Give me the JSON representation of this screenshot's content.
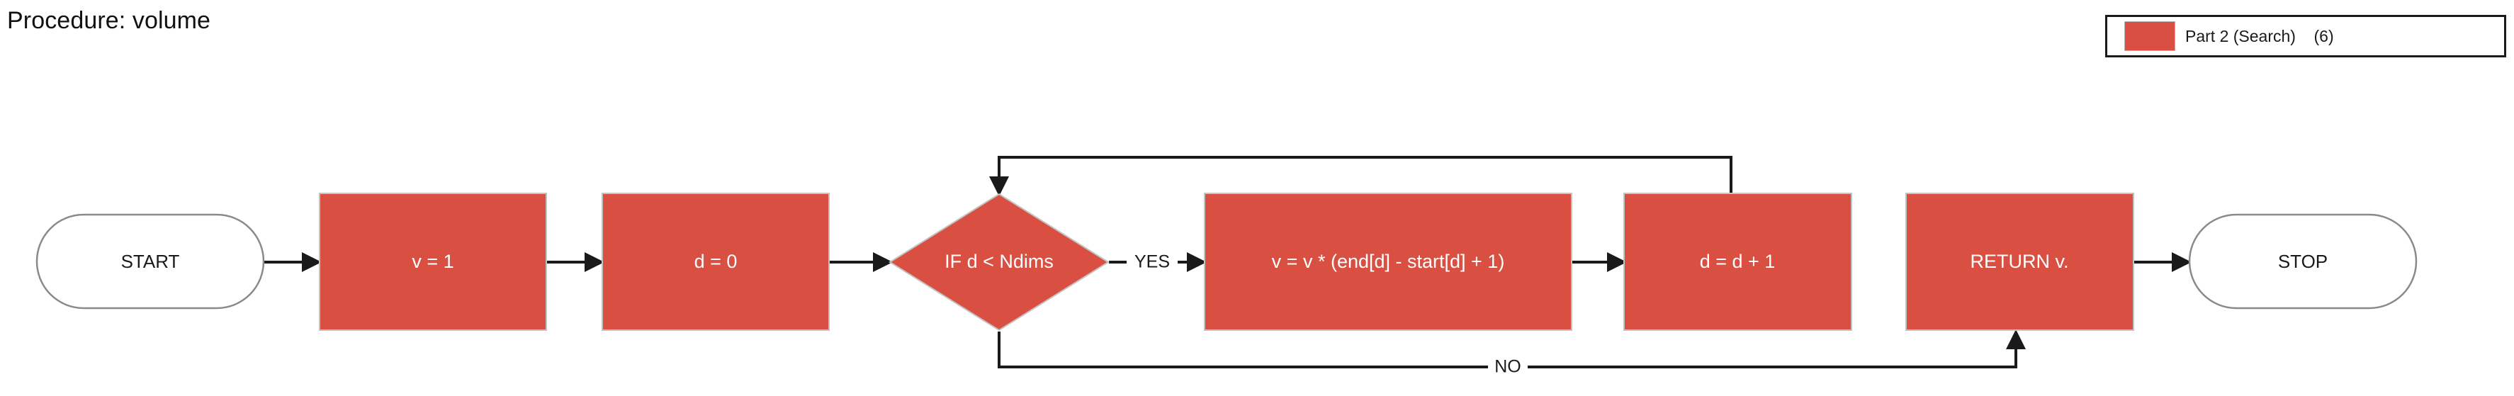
{
  "page": {
    "title": "Procedure: volume",
    "background_color": "#ffffff"
  },
  "legend": {
    "swatch_color": "#d94f42",
    "label": "Part 2 (Search)    (6)",
    "border_color": "#1a1a1a"
  },
  "flowchart": {
    "accent_color": "#d94f42",
    "edge_color": "#1a1a1a",
    "nodes": {
      "start": {
        "label": "START",
        "shape": "terminal"
      },
      "init_v": {
        "label": "v = 1",
        "shape": "process"
      },
      "init_d": {
        "label": "d = 0",
        "shape": "process"
      },
      "condition": {
        "label": "IF d < Ndims",
        "shape": "decision"
      },
      "accumulate": {
        "label": "v = v * (end[d] - start[d] + 1)",
        "shape": "process"
      },
      "increment_d": {
        "label": "d = d + 1",
        "shape": "process"
      },
      "return_v": {
        "label": "RETURN v.",
        "shape": "process"
      },
      "stop": {
        "label": "STOP",
        "shape": "terminal"
      }
    },
    "edge_labels": {
      "yes": "YES",
      "no": "NO"
    }
  }
}
